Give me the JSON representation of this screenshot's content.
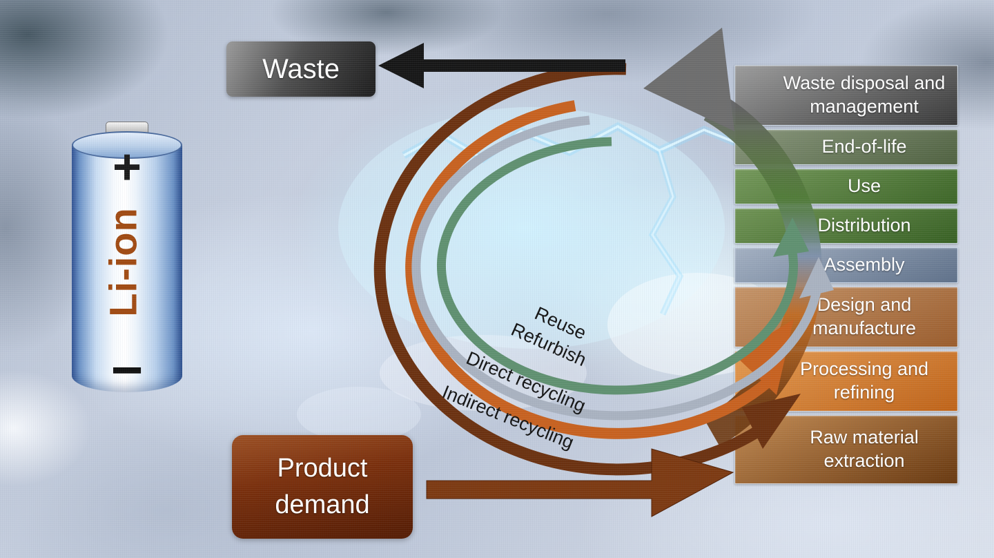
{
  "battery": {
    "label": "Li-ion",
    "positive": "+",
    "negative": "−"
  },
  "waste_box": {
    "label": "Waste"
  },
  "product_demand_box": {
    "label": "Product demand"
  },
  "stages": [
    {
      "label": "Waste disposal and management",
      "from": "#9b9b9b",
      "to": "#383838"
    },
    {
      "label": "End-of-life",
      "from": "#87957a",
      "to": "#4f6140"
    },
    {
      "label": "Use",
      "from": "#74985a",
      "to": "#3c6526"
    },
    {
      "label": "Distribution",
      "from": "#6f9354",
      "to": "#376023"
    },
    {
      "label": "Assembly",
      "from": "#a3b0c2",
      "to": "#5e7089"
    },
    {
      "label": "Design and manufacture",
      "from": "#c59468",
      "to": "#9a5c2c"
    },
    {
      "label": "Processing and refining",
      "from": "#e39a52",
      "to": "#bf6318"
    },
    {
      "label": "Raw material extraction",
      "from": "#c28a52",
      "to": "#68380f"
    }
  ],
  "loops": [
    {
      "label": "Reuse",
      "color": "#5f9070"
    },
    {
      "label": "Refurbish",
      "color": "#a9b2c0"
    },
    {
      "label": "Direct recycling",
      "color": "#c7611f"
    },
    {
      "label": "Indirect recycling",
      "color": "#6b3110"
    }
  ],
  "arrows": {
    "waste_arrow_color": "#161616",
    "lifecycle_arrow_color": "#6d6d6d",
    "demand_arrow_color": "#7c3911"
  },
  "ring_gradient": [
    "#5e5e5e",
    "#5a7048",
    "#4f7a36",
    "#7e90aa",
    "#c06a20",
    "#6e3a12"
  ]
}
